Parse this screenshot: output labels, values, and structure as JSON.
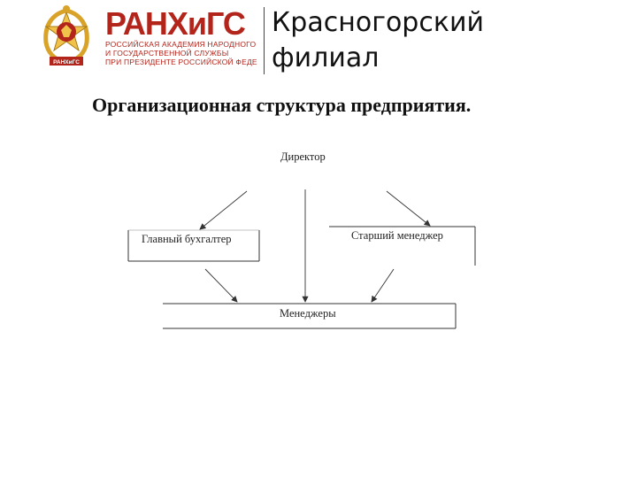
{
  "header": {
    "brand_name": "РАНХиГС",
    "brand_sub_lines": [
      "РОССИЙСКАЯ АКАДЕМИЯ НАРОДНОГО ХОЗЯЙСТВА",
      "И ГОСУДАРСТВЕННОЙ СЛУЖБЫ",
      "ПРИ ПРЕЗИДЕНТЕ РОССИЙСКОЙ ФЕДЕРАЦИИ"
    ],
    "branch_line1": "Красногорский",
    "branch_line2": "филиал",
    "emblem_ribbon": "РАНХиГС"
  },
  "slide": {
    "title": "Организационная структура предприятия."
  },
  "diagram": {
    "nodes": {
      "director": "Директор",
      "chief_accountant": "Главный бухгалтер",
      "senior_manager": "Старший менеджер",
      "managers": "Менеджеры"
    }
  },
  "colors": {
    "brand_red": "#b3241b",
    "gold": "#d9a32a",
    "line": "#333333"
  }
}
